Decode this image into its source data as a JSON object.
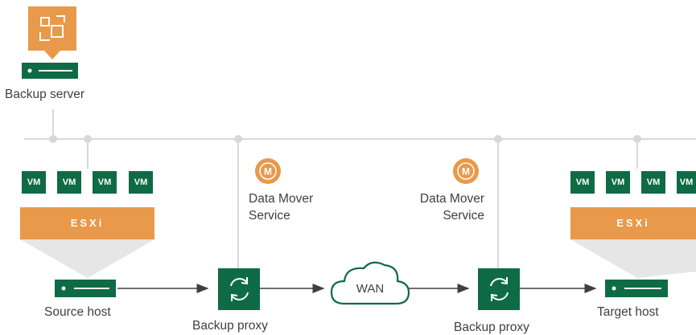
{
  "backup_server": {
    "label": "Backup server",
    "icon": "backup-server-icon"
  },
  "source": {
    "vms": [
      "VM",
      "VM",
      "VM",
      "VM"
    ],
    "esxi_label": "ESXi",
    "host_label": "Source host",
    "host_icon": "server-icon"
  },
  "source_proxy": {
    "label": "Backup proxy",
    "icon": "refresh-icon"
  },
  "source_dms": {
    "badge": "M",
    "line1": "Data Mover",
    "line2": "Service"
  },
  "wan": {
    "label": "WAN",
    "icon": "cloud-icon"
  },
  "target_proxy": {
    "label": "Backup proxy",
    "icon": "refresh-icon"
  },
  "target_dms": {
    "badge": "M",
    "line1": "Data Mover",
    "line2": "Service"
  },
  "target": {
    "vms": [
      "VM",
      "VM",
      "VM",
      "VM"
    ],
    "esxi_label": "ESXi",
    "host_label": "Target host",
    "host_icon": "server-icon"
  },
  "colors": {
    "green": "#0f6b45",
    "orange": "#e8994a",
    "line": "#d8d8d8",
    "arrow": "#404040",
    "text": "#404040"
  }
}
